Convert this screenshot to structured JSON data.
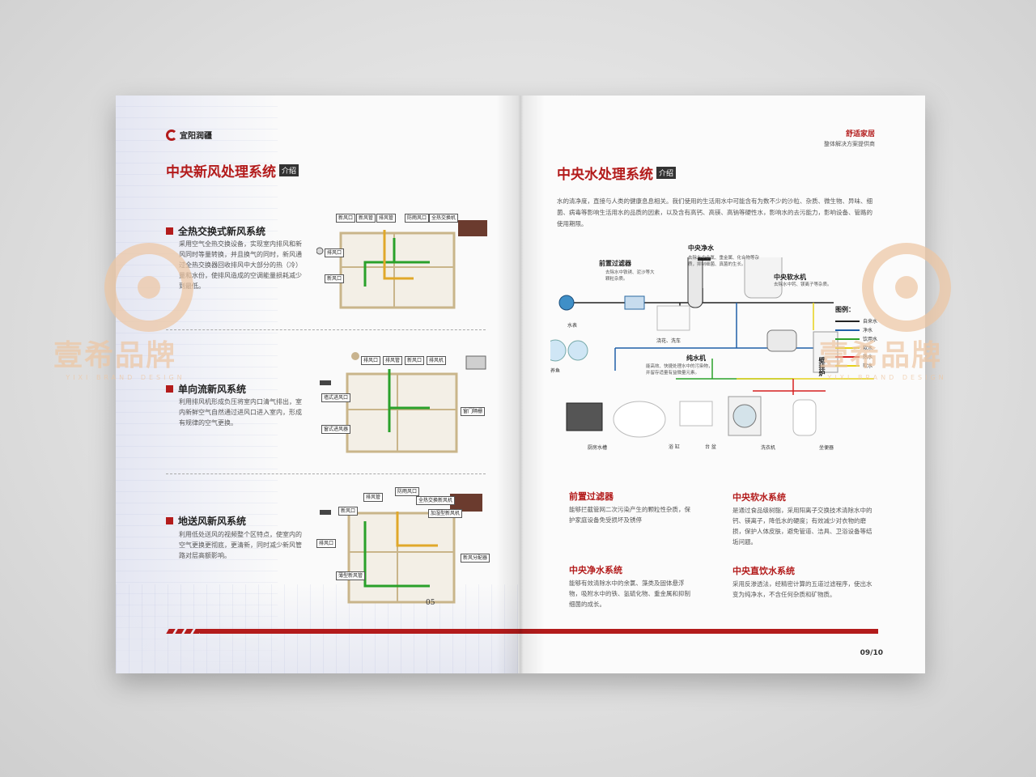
{
  "left": {
    "logo": "宜阳润疆",
    "title": "中央新风处理系统",
    "badge": "介绍",
    "sections": [
      {
        "heading": "全热交换式新风系统",
        "text": "采用空气全热交换设备，实现室内排风和新风同时等量转换，并且换气的同时，新风通过全热交换器回收排风中大部分的热（冷）量和水份，使排风造成的空调能量损耗减少到最低。"
      },
      {
        "heading": "单向流新风系统",
        "text": "利用排风机形成负压将室内口清气排出，室内新鲜空气自然通过进风口进入室内，形成有规律的空气更换。"
      },
      {
        "heading": "地送风新风系统",
        "text": "利用低处送风的视频整个区特点，使室内的空气更换更彻底，更清新，同时减少新风管路对层高额影响。"
      }
    ],
    "plan1": [
      "新风口",
      "新风管",
      "排风管",
      "防雨风口",
      "全热交换机",
      "排风口",
      "新风口"
    ],
    "plan2": [
      "排风口",
      "排风管",
      "新风口",
      "排风机",
      "墙式进风口",
      "窗式进风器",
      "窗门隔栅"
    ],
    "plan3": [
      "排风管",
      "防雨风口",
      "全热交换新风机",
      "新风口",
      "加湿型新风机",
      "排风口",
      "新风分配器",
      "薄型新风管"
    ],
    "page_number": "05"
  },
  "right": {
    "brand": "舒适家居",
    "brand_sub": "整体解决方案提供商",
    "title": "中央水处理系统",
    "badge": "介绍",
    "intro": "水的清净度，直接与人类的健康息息相关。我们使用的生活用水中可能含有为数不少的沙粒、杂质、微生物、异味、细菌、病毒等影响生活用水的品质的因素，以及含有高钙、高镁、高钠等硬性水，影响水的去污能力，影响设备、管路的使用期限。",
    "diagram": {
      "pre_filter": "前置过滤器",
      "pre_filter_sub": "去除水中铁锈、泥沙等大颗粒杂质。",
      "central_purify": "中央净水",
      "central_purify_sub": "去除水中余氯、重金属、化合物等杂质，抑制细菌、真菌的生长。",
      "central_soft": "中央软水机",
      "central_soft_sub": "去除水中钙、镁离子等杂质。",
      "pure_water": "纯水机",
      "pure_water_sub": "能高效、快捷处理水中的污染物，并留存适量有益微量元素。",
      "boiler": "壁挂炉",
      "water_meter": "水表",
      "fish": "养鱼",
      "flower": "浇花、洗车",
      "kitchen": "厨房水槽",
      "bathtub": "浴 缸",
      "basin": "台 盆",
      "washer": "洗衣机",
      "toilet": "坐便器"
    },
    "legend": {
      "title": "图例：",
      "items": [
        {
          "label": "自来水",
          "color": "#222222"
        },
        {
          "label": "净水",
          "color": "#1f5fa8"
        },
        {
          "label": "饮用水",
          "color": "#2aa12a"
        },
        {
          "label": "软水",
          "color": "#e6d21a"
        },
        {
          "label": "热水",
          "color": "#d62020"
        },
        {
          "label": "软水",
          "color": "#e6d21a"
        }
      ]
    },
    "features": [
      {
        "heading": "前置过滤器",
        "text": "能够拦截管网二次污染产生的颗粒性杂质，保护家庭设备免受损坏及锈停"
      },
      {
        "heading": "中央软水系统",
        "text": "是通过食品级树脂，采用阳离子交换技术清除水中的钙、镁离子，降低水的硬度；有效减少对衣物的磨损，保护人体皮肤，避免管道、洁具、卫浴设备等结垢问题。"
      },
      {
        "heading": "中央净水系统",
        "text": "能够有效清除水中的余氯、藻类及固体悬浮物，吸附水中的铁、氢硫化物、重金属和抑制细菌的成长。"
      },
      {
        "heading": "中央直饮水系统",
        "text": "采用反渗透法，经精密计算的五道过滤程序，使出水变为纯净水，不含任何杂质和矿物质。"
      }
    ],
    "page_number": "09/10"
  },
  "watermark": {
    "text": "壹希品牌",
    "sub": "YIXI BRAND DESIGN"
  }
}
